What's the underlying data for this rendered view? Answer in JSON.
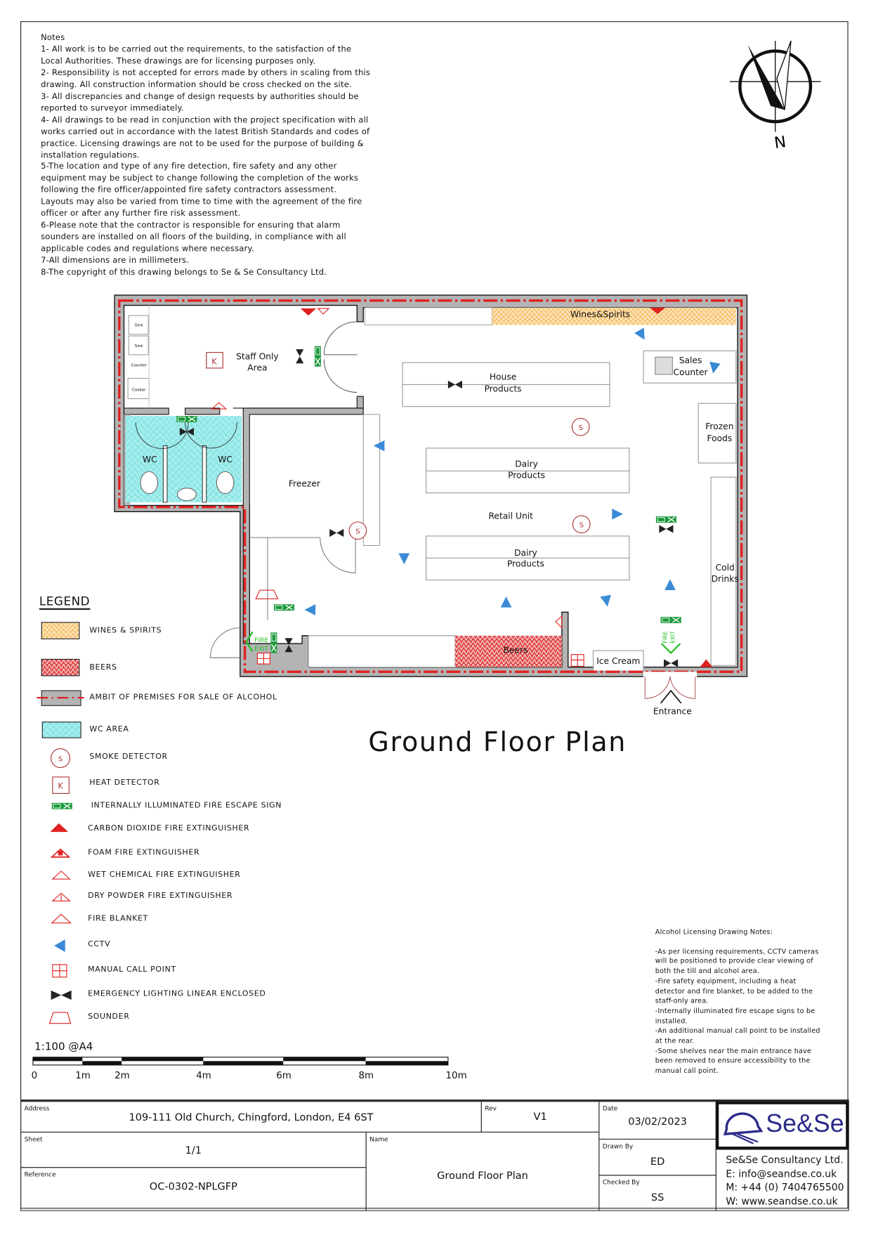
{
  "notes": {
    "title": "Notes",
    "lines": [
      "1- All work is to be carried out the requirements, to the satisfaction of the",
      "Local Authorities. These drawings are for licensing purposes only.",
      "2- Responsibility is not accepted for errors made by others in scaling from this",
      "drawing. All construction information should be cross checked on the site.",
      "3- All discrepancies and change of design requests by authorities should be",
      "reported to surveyor immediately.",
      "4- All drawings to be read in conjunction with the project specification with all",
      "works carried out in accordance with the latest British Standards and codes of",
      "practice. Licensing drawings are not to be used for the purpose of building &",
      "installation regulations.",
      "5-The location and type of any fire detection, fire safety and any other",
      "equipment may be subject to change following the completion of the works",
      "following the fire officer/appointed fire safety contractors assessment.",
      "Layouts may also be varied from time to time with the agreement of the fire",
      "officer or after any further fire risk assessment.",
      "6-Please note that the contractor is responsible for ensuring that alarm",
      "sounders are installed on all floors of the building, in compliance with all",
      "applicable codes and regulations where necessary.",
      "7-All dimensions are in millimeters.",
      "8-The copyright of this drawing belongs to Se & Se Consultancy Ltd."
    ]
  },
  "compass": {
    "north_label": "N"
  },
  "plan": {
    "staff_area": "Staff Only",
    "staff_area2": "Area",
    "heat_k": "K",
    "sink1": "Sink",
    "sink2": "Sink",
    "counter": "Counter",
    "cooker": "Cooker",
    "wc1": "WC",
    "wc2": "WC",
    "freezer": "Freezer",
    "house1": "House",
    "house2": "Products",
    "dairy1a": "Dairy",
    "dairy1b": "Products",
    "dairy2a": "Dairy",
    "dairy2b": "Products",
    "retail": "Retail Unit",
    "wines": "Wines&Spirits",
    "beers": "Beers",
    "sales1": "Sales",
    "sales2": "Counter",
    "frozen1": "Frozen",
    "frozen2": "Foods",
    "cold1": "Cold",
    "cold2": "Drinks",
    "ice": "Ice Cream",
    "entrance": "Entrance",
    "smoke": "S",
    "fire": "FIRE",
    "exit": "EXIT"
  },
  "legend": {
    "title": "LEGEND",
    "items": [
      "WINES & SPIRITS",
      "BEERS",
      "AMBIT OF PREMISES FOR SALE OF ALCOHOL",
      "WC AREA",
      "SMOKE DETECTOR",
      "HEAT DETECTOR",
      "INTERNALLY ILLUMINATED FIRE ESCAPE SIGN",
      "CARBON DIOXIDE FIRE EXTINGUISHER",
      "FOAM FIRE EXTINGUISHER",
      "WET CHEMICAL FIRE EXTINGUISHER",
      "DRY POWDER FIRE EXTINGUISHER",
      "FIRE BLANKET",
      "CCTV",
      "MANUAL CALL POINT",
      "EMERGENCY LIGHTING LINEAR ENCLOSED",
      "SOUNDER"
    ],
    "smoke_symbol": "S",
    "heat_symbol": "K"
  },
  "scale": {
    "label": "1:100  @A4",
    "ticks": [
      "0",
      "1m",
      "2m",
      "4m",
      "6m",
      "8m",
      "10m"
    ]
  },
  "drawing_title": "Ground Floor Plan",
  "alcohol_notes": {
    "title": "Alcohol Licensing Drawing Notes:",
    "lines": [
      "-As per licensing requirements, CCTV cameras",
      "will be positioned to provide clear viewing of",
      "both the till and alcohol area.",
      "-Fire safety equipment, including a heat",
      "detector and fire blanket, to be added to the",
      "staff-only area.",
      "-Internally illuminated fire escape signs to be",
      "installed.",
      "-An additional manual call point to be installed",
      "at the rear.",
      "-Some shelves near the main entrance have",
      "been removed to ensure accessibility to the",
      "manual call point."
    ]
  },
  "title_block": {
    "address_label": "Address",
    "address": "109-111 Old Church, Chingford, London, E4 6ST",
    "rev_label": "Rev",
    "rev": "V1",
    "date_label": "Date",
    "date": "03/02/2023",
    "sheet_label": "Sheet",
    "sheet": "1/1",
    "name_label": "Name",
    "name": "Ground Floor Plan",
    "reference_label": "Reference",
    "reference": "OC-0302-NPLGFP",
    "drawn_label": "Drawn By",
    "drawn": "ED",
    "checked_label": "Checked By",
    "checked": "SS",
    "logo_text": "Se&Se",
    "company": "Se&Se Consultancy Ltd.",
    "email": "E: info@seandse.co.uk",
    "phone": "M: +44 (0) 7404765500",
    "web": "W: www.seandse.co.uk"
  },
  "colors": {
    "ambit_red": "#e02020",
    "wall_gray": "#b4b4b4",
    "wines_orange": "#f5b85a",
    "beers_red": "#e04848",
    "wc_cyan": "#8ee6e6",
    "cctv_blue": "#3a8ad6",
    "exit_green": "#1a9a3a",
    "logo_blue": "#2a2a8a"
  }
}
